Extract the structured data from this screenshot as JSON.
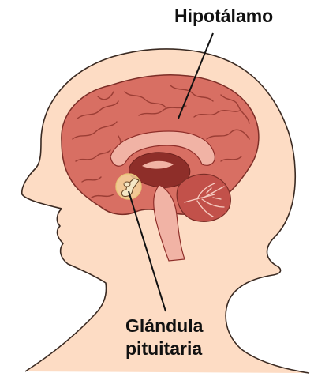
{
  "labels": {
    "hypothalamus": "Hipotálamo",
    "pituitary_line1": "Glándula",
    "pituitary_line2": "pituitaria"
  },
  "colors": {
    "skin_fill": "#fddcc4",
    "skin_stroke": "#3a2a22",
    "brain_fill": "#d86f63",
    "brain_fold": "#9c3e35",
    "inner_dark": "#8e2e29",
    "inner_pink": "#f1b3a5",
    "cerebellum": "#c2514a",
    "gland_highlight": "#fbe4a6",
    "leader_line": "#111111"
  },
  "icons": {
    "head": "head-profile-icon",
    "brain": "brain-icon"
  }
}
